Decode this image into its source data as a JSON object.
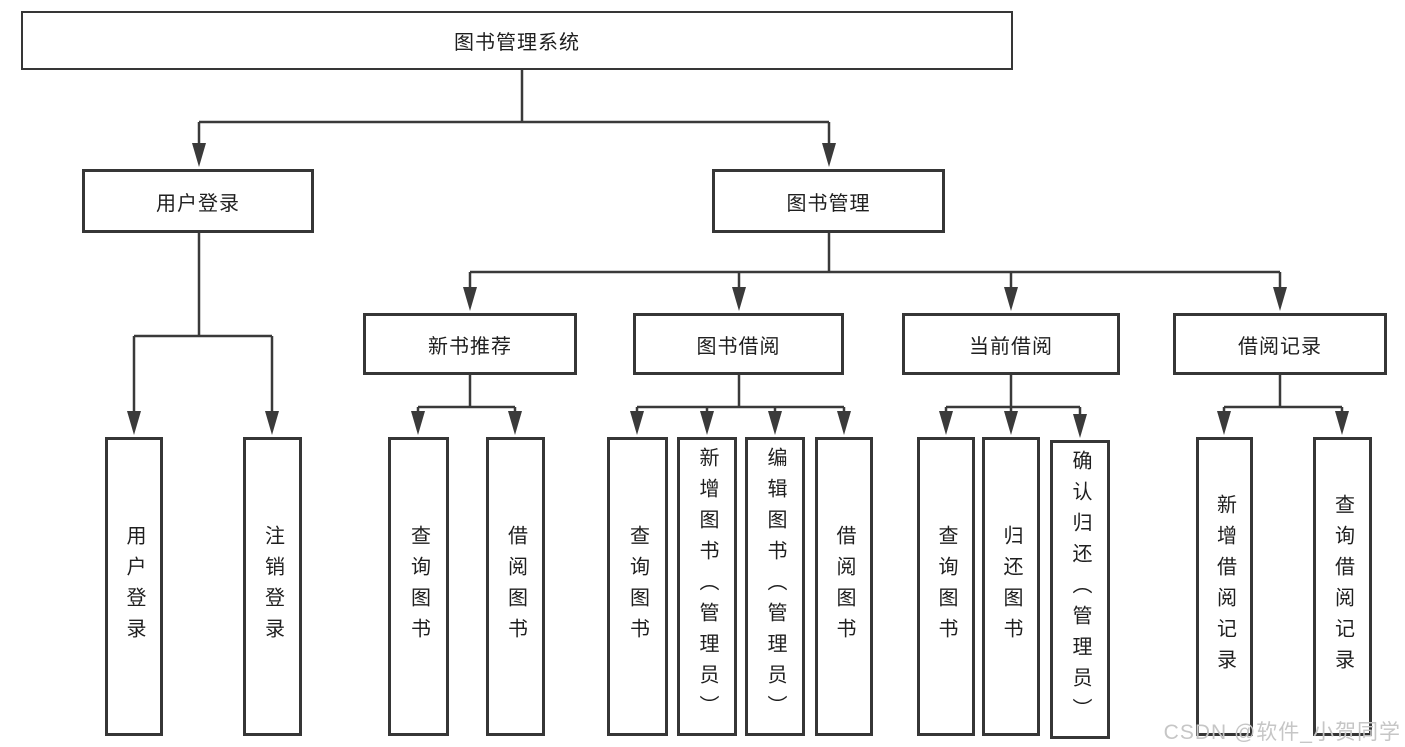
{
  "tree": {
    "root": {
      "label": "图书管理系统"
    },
    "user_login": {
      "label": "用户登录",
      "children": {
        "login": {
          "label": "用户登录"
        },
        "logout": {
          "label": "注销登录"
        }
      }
    },
    "book_mgmt": {
      "label": "图书管理",
      "children": {
        "new_book_rec": {
          "label": "新书推荐",
          "children": {
            "query_book": {
              "label": "查询图书"
            },
            "borrow_book": {
              "label": "借阅图书"
            }
          }
        },
        "book_borrow": {
          "label": "图书借阅",
          "children": {
            "query_book": {
              "label": "查询图书"
            },
            "add_book": {
              "label": "新增图书（管理员）"
            },
            "edit_book": {
              "label": "编辑图书（管理员）"
            },
            "borrow_book": {
              "label": "借阅图书"
            }
          }
        },
        "current_borrow": {
          "label": "当前借阅",
          "children": {
            "query_book": {
              "label": "查询图书"
            },
            "return_book": {
              "label": "归还图书"
            },
            "confirm_return": {
              "label": "确认归还（管理员）"
            }
          }
        },
        "borrow_record": {
          "label": "借阅记录",
          "children": {
            "add_record": {
              "label": "新增借阅记录"
            },
            "query_record": {
              "label": "查询借阅记录"
            }
          }
        }
      }
    }
  },
  "watermark": {
    "text": "CSDN @软件_小贺同学"
  },
  "colors": {
    "line": "#3a3a3a",
    "border": "#363636",
    "text": "#1f1f1f",
    "watermark": "#c6c6c6",
    "background": "#ffffff"
  }
}
